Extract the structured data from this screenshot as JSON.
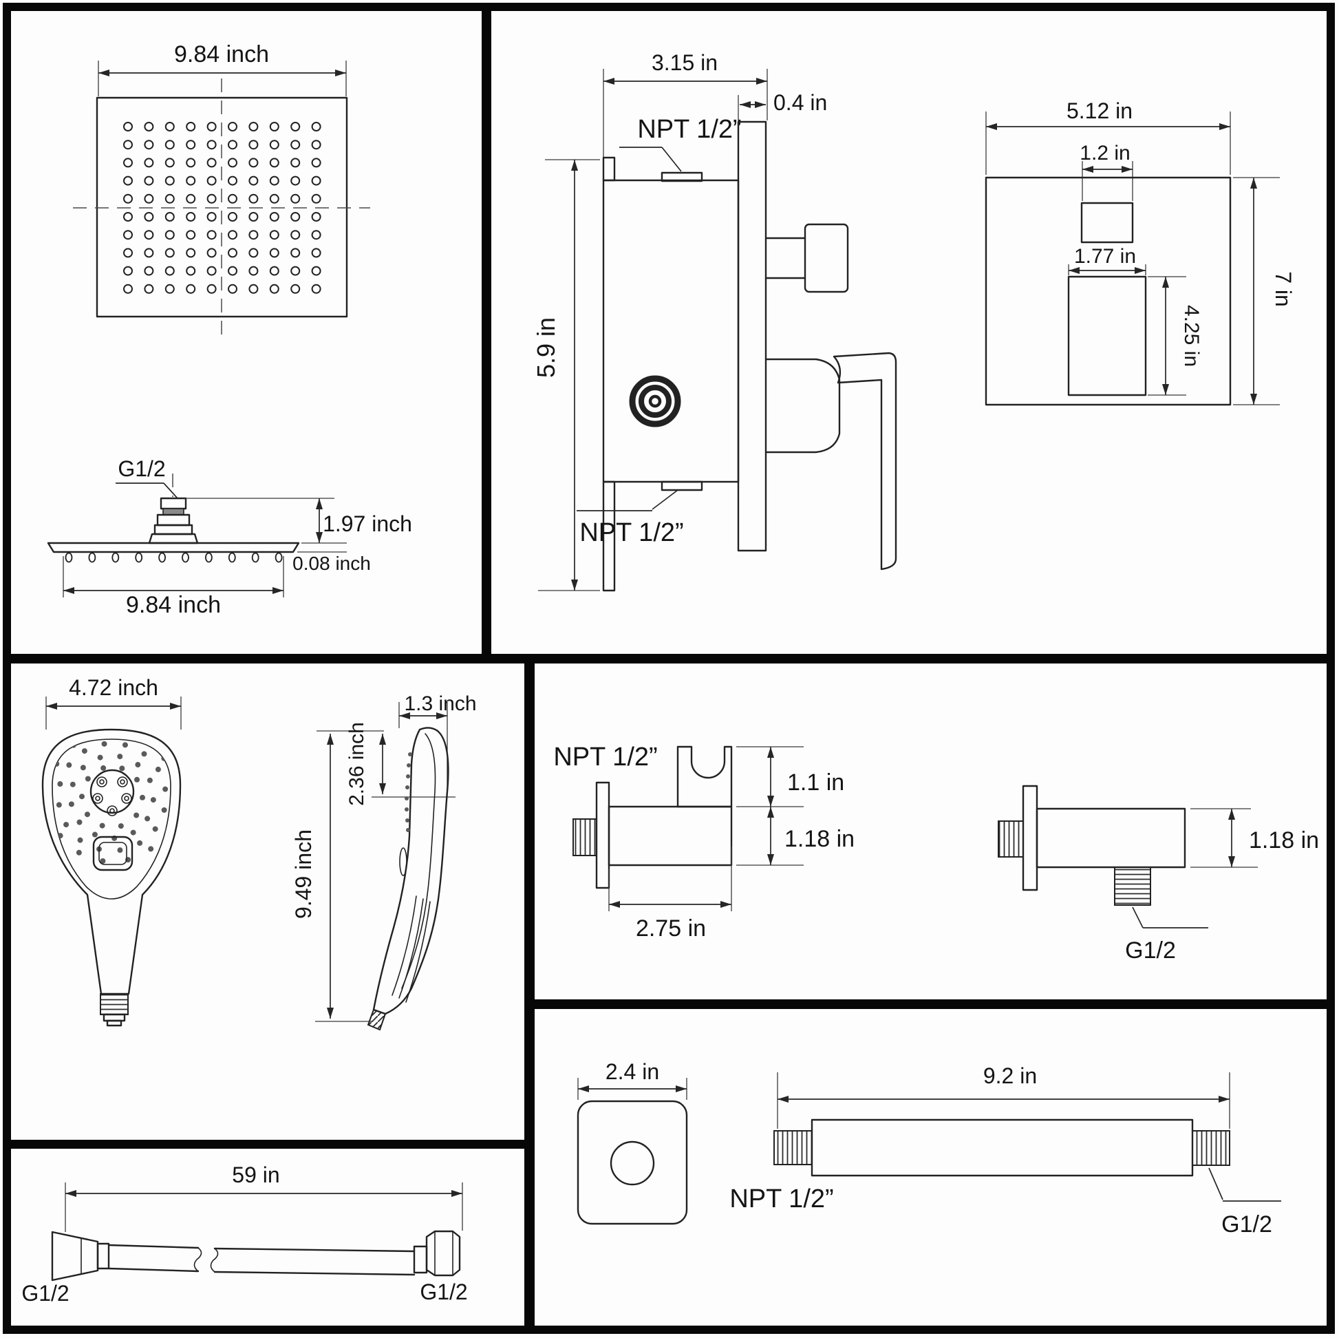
{
  "colors": {
    "background": "#ffffff",
    "ink": "#222222",
    "divider": "#070707"
  },
  "panels": {
    "rain_head": {
      "top_view": {
        "width": "9.84 inch"
      },
      "side_view": {
        "thread": "G1/2",
        "height": "1.97 inch",
        "thickness": "0.08 inch",
        "width": "9.84 inch"
      }
    },
    "valve": {
      "width": "3.15 in",
      "plate_thickness": "0.4 in",
      "top_inlet": "NPT 1/2”",
      "height": "5.9 in",
      "bottom_inlet": "NPT 1/2”"
    },
    "trim_plate": {
      "width": "5.12 in",
      "button_cutout": "1.2 in",
      "handle_cutout_width": "1.77 in",
      "handle_cutout_height": "4.25 in",
      "height": "7 in"
    },
    "handheld": {
      "front_view": {
        "width": "4.72 inch"
      },
      "side_view": {
        "depth": "1.3 inch",
        "head_depth": "2.36 inch",
        "length": "9.49 inch"
      }
    },
    "bracket": {
      "inlet": "NPT 1/2”",
      "cradle_height": "1.1 in",
      "body_height": "1.18 in",
      "body_length": "2.75 in"
    },
    "supply_elbow": {
      "body_height": "1.18 in",
      "outlet": "G1/2"
    },
    "shower_arm": {
      "flange_width": "2.4 in",
      "length": "9.2 in",
      "inlet": "NPT 1/2”",
      "outlet": "G1/2"
    },
    "hose": {
      "length": "59 in",
      "left_thread": "G1/2",
      "right_thread": "G1/2"
    }
  }
}
